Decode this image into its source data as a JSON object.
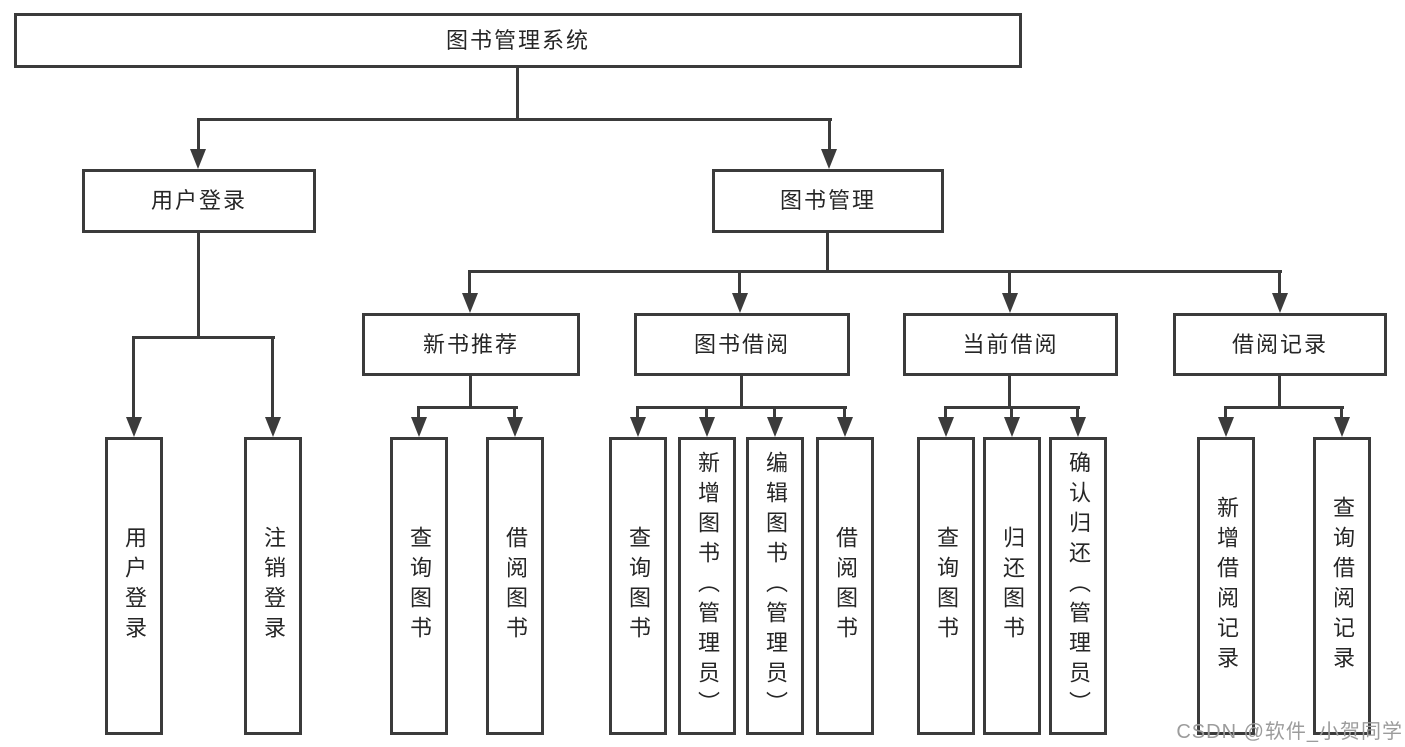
{
  "watermark": "CSDN @软件_小贺同学",
  "colors": {
    "line": "#3b3b3b",
    "text": "#262626",
    "watermark": "#9c9c9c",
    "background": "#ffffff"
  },
  "tree": {
    "label": "图书管理系统",
    "children": [
      {
        "label": "用户登录",
        "children": [
          {
            "label": "用户登录"
          },
          {
            "label": "注销登录"
          }
        ]
      },
      {
        "label": "图书管理",
        "children": [
          {
            "label": "新书推荐",
            "children": [
              {
                "label": "查询图书"
              },
              {
                "label": "借阅图书"
              }
            ]
          },
          {
            "label": "图书借阅",
            "children": [
              {
                "label": "查询图书"
              },
              {
                "label": "新增图书（管理员）"
              },
              {
                "label": "编辑图书（管理员）"
              },
              {
                "label": "借阅图书"
              }
            ]
          },
          {
            "label": "当前借阅",
            "children": [
              {
                "label": "查询图书"
              },
              {
                "label": "归还图书"
              },
              {
                "label": "确认归还（管理员）"
              }
            ]
          },
          {
            "label": "借阅记录",
            "children": [
              {
                "label": "新增借阅记录"
              },
              {
                "label": "查询借阅记录"
              }
            ]
          }
        ]
      }
    ]
  }
}
